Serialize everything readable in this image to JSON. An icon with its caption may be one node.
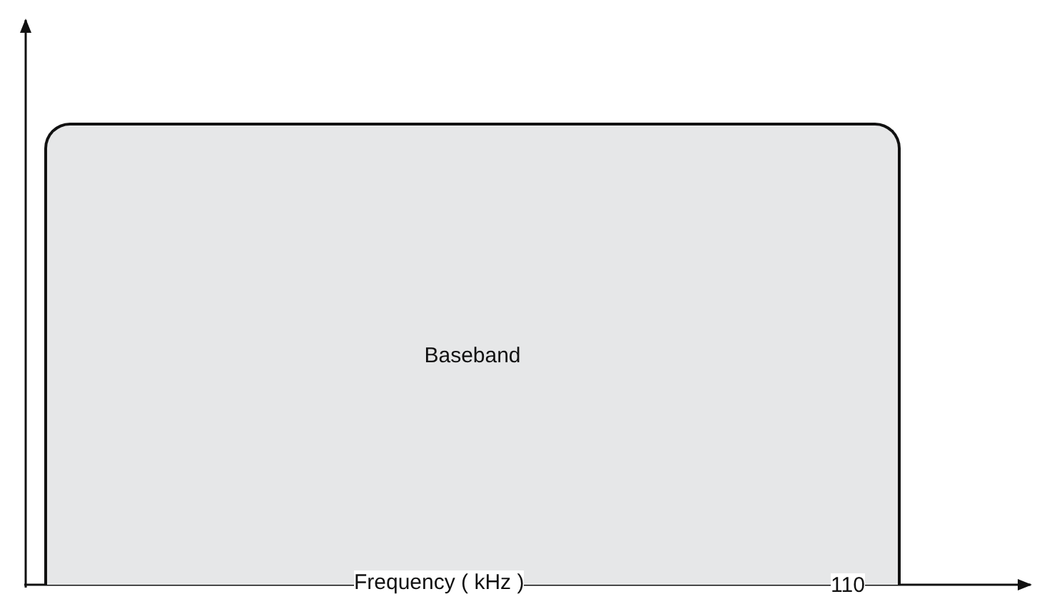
{
  "diagram": {
    "nodes": [
      {
        "text": [
          "Baseband"
        ]
      }
    ],
    "labels": [
      "Frequency ( kHz )",
      "110"
    ]
  }
}
